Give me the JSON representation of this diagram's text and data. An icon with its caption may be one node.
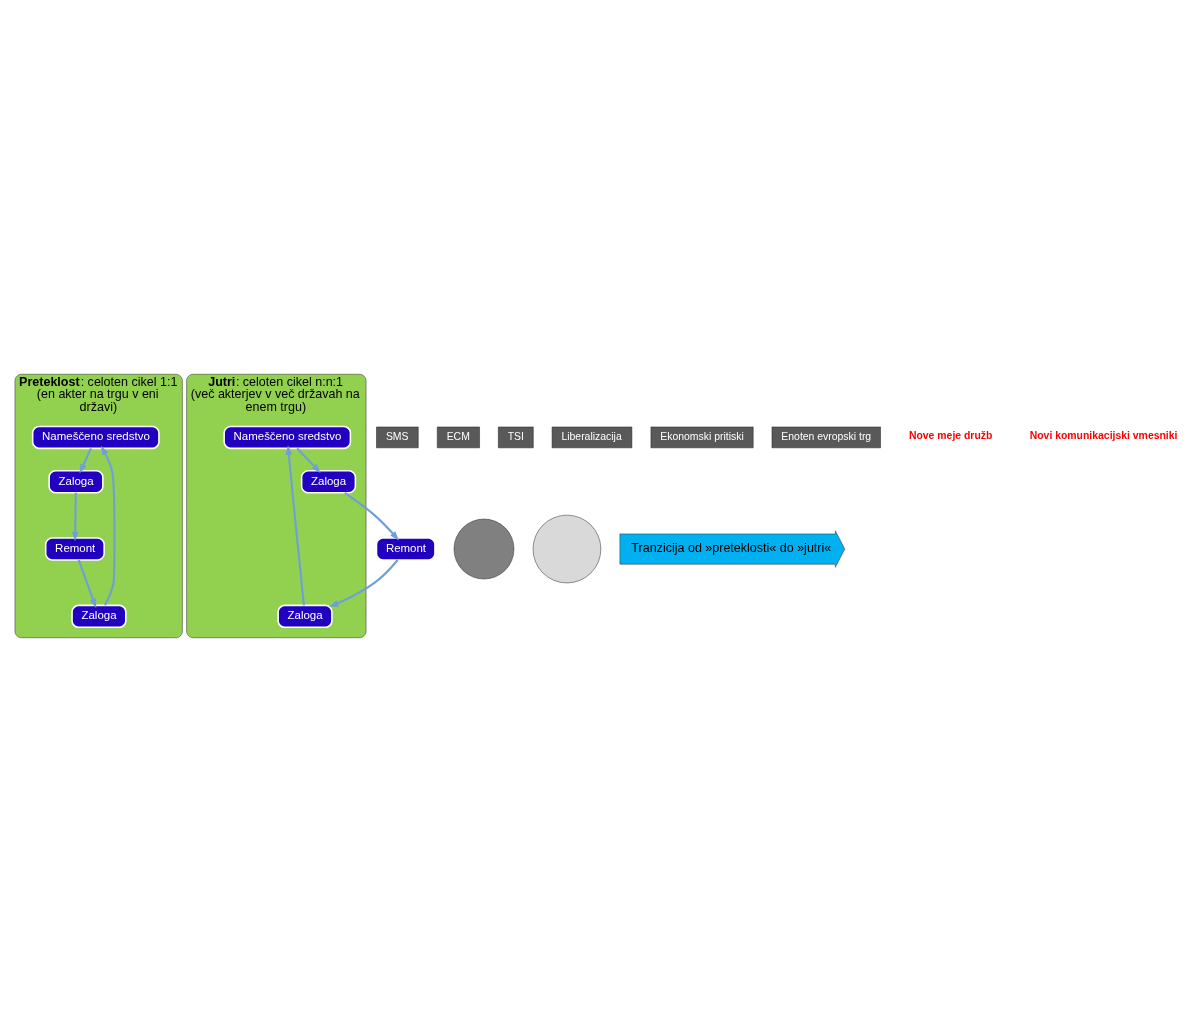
{
  "diagram": {
    "nodes": [
      {
        "text": [
          "**Preteklost**: celoten cikel 1:1 (en akter na trgu v eni državi)"
        ]
      },
      {
        "text": [
          "Nameščeno sredstvo"
        ],
        "in": 0
      },
      {
        "text": [
          "Zaloga"
        ],
        "in": 0
      },
      {
        "text": [
          "Remont"
        ],
        "in": 0
      },
      {
        "text": [
          "Zaloga"
        ],
        "in": 0
      },
      {
        "text": [
          "**Jutri**: celoten cikel n:n:1 (več akterjev v več državah na enem trgu)"
        ]
      },
      {
        "text": [
          "Nameščeno sredstvo"
        ],
        "in": 5
      },
      {
        "text": [
          "Zaloga"
        ],
        "in": 5
      },
      {
        "text": [
          "Zaloga"
        ],
        "in": 5
      },
      {
        "text": [
          "Remont"
        ]
      },
      {
        "text": [],
        "shape": "circle"
      },
      {
        "text": [],
        "shape": "circle"
      },
      {
        "text": [
          "Tranzicija od »preteklosti« do »jutri«"
        ]
      },
      {
        "text": [
          "SMS"
        ]
      },
      {
        "text": [
          "ECM"
        ]
      },
      {
        "text": [
          "TSI"
        ]
      },
      {
        "text": [
          "Liberalizacija"
        ]
      },
      {
        "text": [
          "Ekonomski pritiski"
        ]
      },
      {
        "text": [
          "Enoten evropski trg"
        ]
      }
    ],
    "edges": [
      {
        "from": 1,
        "to": 2,
        "arrow": "to"
      },
      {
        "from": 2,
        "to": 3,
        "arrow": "to"
      },
      {
        "from": 3,
        "to": 4,
        "arrow": "to"
      },
      {
        "from": 4,
        "to": 1,
        "arrow": "to"
      },
      {
        "from": 6,
        "to": 7,
        "arrow": "to"
      },
      {
        "from": 7,
        "to": 9,
        "arrow": "to"
      },
      {
        "from": 9,
        "to": 8,
        "arrow": "to"
      },
      {
        "from": 8,
        "to": 6,
        "arrow": "to"
      }
    ],
    "labels": [
      "Nove meje družb",
      "Novi komunikacijski vmesniki"
    ]
  }
}
